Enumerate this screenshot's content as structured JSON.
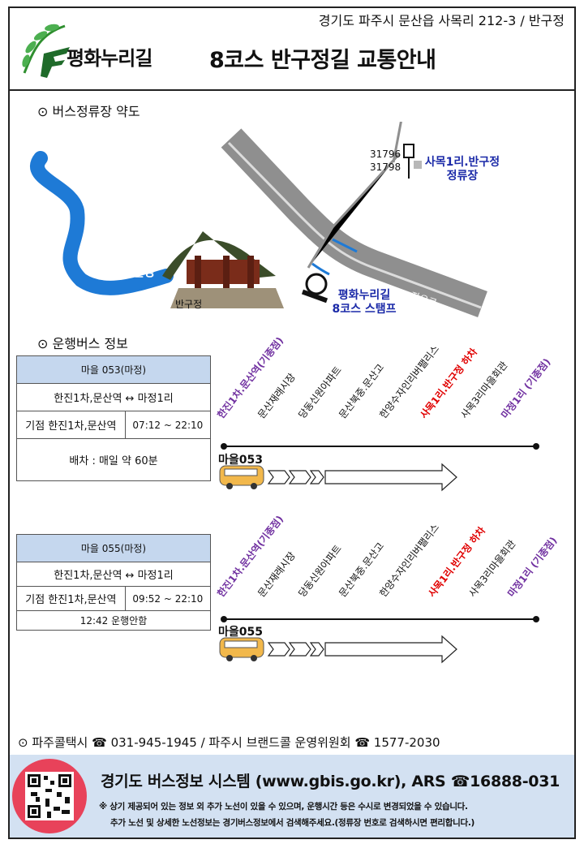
{
  "header": {
    "address": "경기도 파주시 문산읍 사목리 212-3 / 반구정",
    "logo_text": "평화누리길",
    "title": "8코스 반구정길 교통안내"
  },
  "map_section": {
    "title": "버스정류장 약도",
    "stop_ids": [
      "31796",
      "31798"
    ],
    "stop_name": "사목1리.반구정",
    "stop_suffix": "정류장",
    "river": "임진강",
    "pavilion": "반구정",
    "road": "자유로",
    "stamp_line1": "평화누리길",
    "stamp_line2": "8코스 스탬프"
  },
  "bus_section": {
    "title": "운행버스 정보",
    "routes": [
      {
        "name": "마을 053(마정)",
        "route": "한진1차,문산역 ↔ 마정1리",
        "origin": "기점 한진1차,문산역",
        "hours": "07:12 ~ 22:10",
        "note": "배차 :  매일 약 60분",
        "bus_label": "마을053",
        "stops": [
          "한진1차.문산역(기종점)",
          "문산재래시장",
          "당동신원아파트",
          "문산북중.문산고",
          "한양수자인리버팰리스",
          "사목1리.반구정 하차",
          "사목3리마을회관",
          "마정1리 (기종점)"
        ]
      },
      {
        "name": "마을 055(마정)",
        "route": "한진1차,문산역 ↔ 마정1리",
        "origin": "기점 한진1차,문산역",
        "hours": "09:52 ~ 22:10",
        "note": "12:42  운행안함",
        "bus_label": "마을055",
        "stops": [
          "한진1차.문산역(기종점)",
          "문산재래시장",
          "당동신원아파트",
          "문산북중.문산고",
          "한양수자인리버팰리스",
          "사목1리.반구정 하차",
          "사목3리마을회관",
          "마정1리 (기종점)"
        ]
      }
    ]
  },
  "contact": {
    "text": "파주콜택시 ☎ 031-945-1945   / 파주시 브랜드콜 운영위원회 ☎ 1577-2030"
  },
  "footer": {
    "gbis": "경기도 버스정보 시스템 (www.gbis.go.kr), ARS ☎16888-031",
    "note1": "※ 상기 제공되어 있는 정보 외 추가 노선이 있을 수 있으며, 운행시간 등은 수시로 변경되었을 수 있습니다.",
    "note2": "추가 노선 및 상세한 노선정보는 경기버스정보에서 검색해주세요.(정류장 번호로 검색하시면 편리합니다.)"
  },
  "colors": {
    "header_blue": "#c5d7ee",
    "footer_blue": "#d3e1f2",
    "accent_purple": "#7030a0",
    "accent_red": "#e00000",
    "map_blue": "#1b2aa8",
    "river": "#1e7ad6",
    "road": "#8f8f8f",
    "bus_orange": "#f2b84b"
  }
}
